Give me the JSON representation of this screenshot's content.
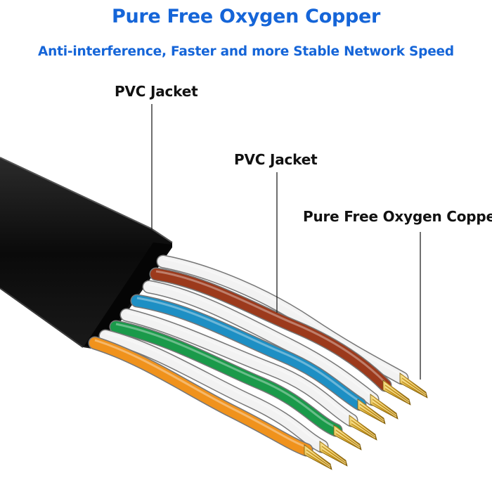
{
  "header": {
    "title": "Pure Free Oxygen Copper",
    "subtitle": "Anti-interference, Faster and more Stable Network Speed"
  },
  "callouts": [
    {
      "text": "PVC Jacket"
    },
    {
      "text": "PVC Jacket"
    },
    {
      "text": "Pure Free Oxygen Copper"
    }
  ],
  "colors": {
    "heading": "#1565d8",
    "label": "#111111",
    "jacket": "#0d0d0d",
    "insulation_white": "#f2f2f2",
    "wire_brown": "#9c3a1c",
    "wire_blue": "#1d8fc4",
    "wire_green": "#1a9a4a",
    "wire_orange": "#f0921c",
    "copper": "#d9a92c"
  }
}
